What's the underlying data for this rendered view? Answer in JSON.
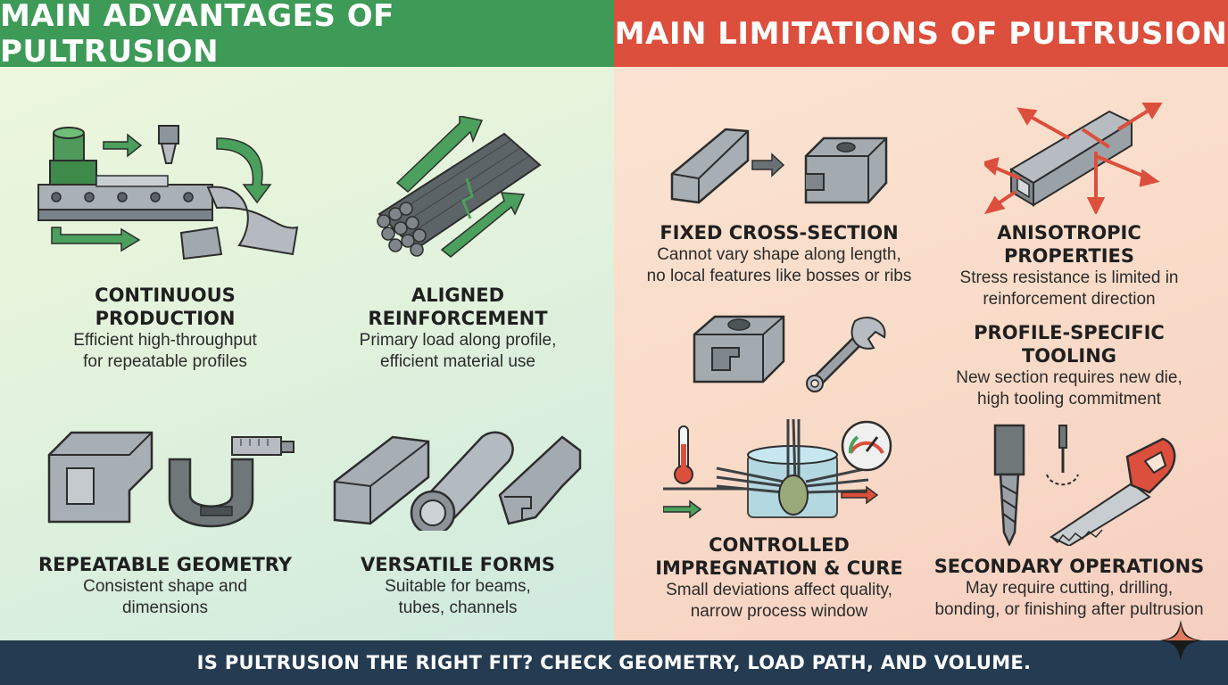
{
  "left": {
    "title": "MAIN ADVANTAGES OF PULTRUSION",
    "color": "#3d9a57",
    "items": [
      {
        "title": "CONTINUOUS PRODUCTION",
        "line1": "Efficient high-throughput",
        "line2": "for repeatable profiles"
      },
      {
        "title": "ALIGNED REINFORCEMENT",
        "line1": "Primary load along profile,",
        "line2": "efficient material use"
      },
      {
        "title": "REPEATABLE GEOMETRY",
        "line1": "Consistent shape and",
        "line2": "dimensions"
      },
      {
        "title": "VERSATILE FORMS",
        "line1": "Suitable for beams,",
        "line2": "tubes, channels"
      }
    ]
  },
  "right": {
    "title": "MAIN LIMITATIONS OF PULTRUSION",
    "color": "#dc4f3c",
    "items": [
      {
        "title": "FIXED CROSS-SECTION",
        "line1": "Cannot vary shape along length,",
        "line2": "no local features like bosses or ribs"
      },
      {
        "title": "ANISOTROPIC PROPERTIES",
        "line1": "Stress resistance is limited in",
        "line2": "reinforcement direction"
      },
      {
        "title": "PROFILE-SPECIFIC TOOLING",
        "line1": "New section requires new die,",
        "line2": "high tooling commitment"
      },
      {
        "title": "CONTROLLED",
        "title2": "IMPREGNATION & CURE",
        "line1": "Small deviations affect quality,",
        "line2": "narrow process window"
      },
      {
        "title": "SECONDARY OPERATIONS",
        "line1": "May require cutting, drilling,",
        "line2": "bonding, or finishing after pultrusion"
      }
    ]
  },
  "footer": {
    "text": "IS PULTRUSION THE RIGHT FIT? CHECK GEOMETRY, LOAD PATH, AND VOLUME."
  },
  "icons": [
    "conveyor-machine-icon",
    "fiber-bundle-icon",
    "profile-micrometer-icon",
    "profile-shapes-icon",
    "fixed-section-die-icon",
    "anisotropic-tube-icon",
    "die-wrench-icon",
    "resin-bath-icon",
    "drill-saw-icon",
    "sparkle-icon"
  ]
}
